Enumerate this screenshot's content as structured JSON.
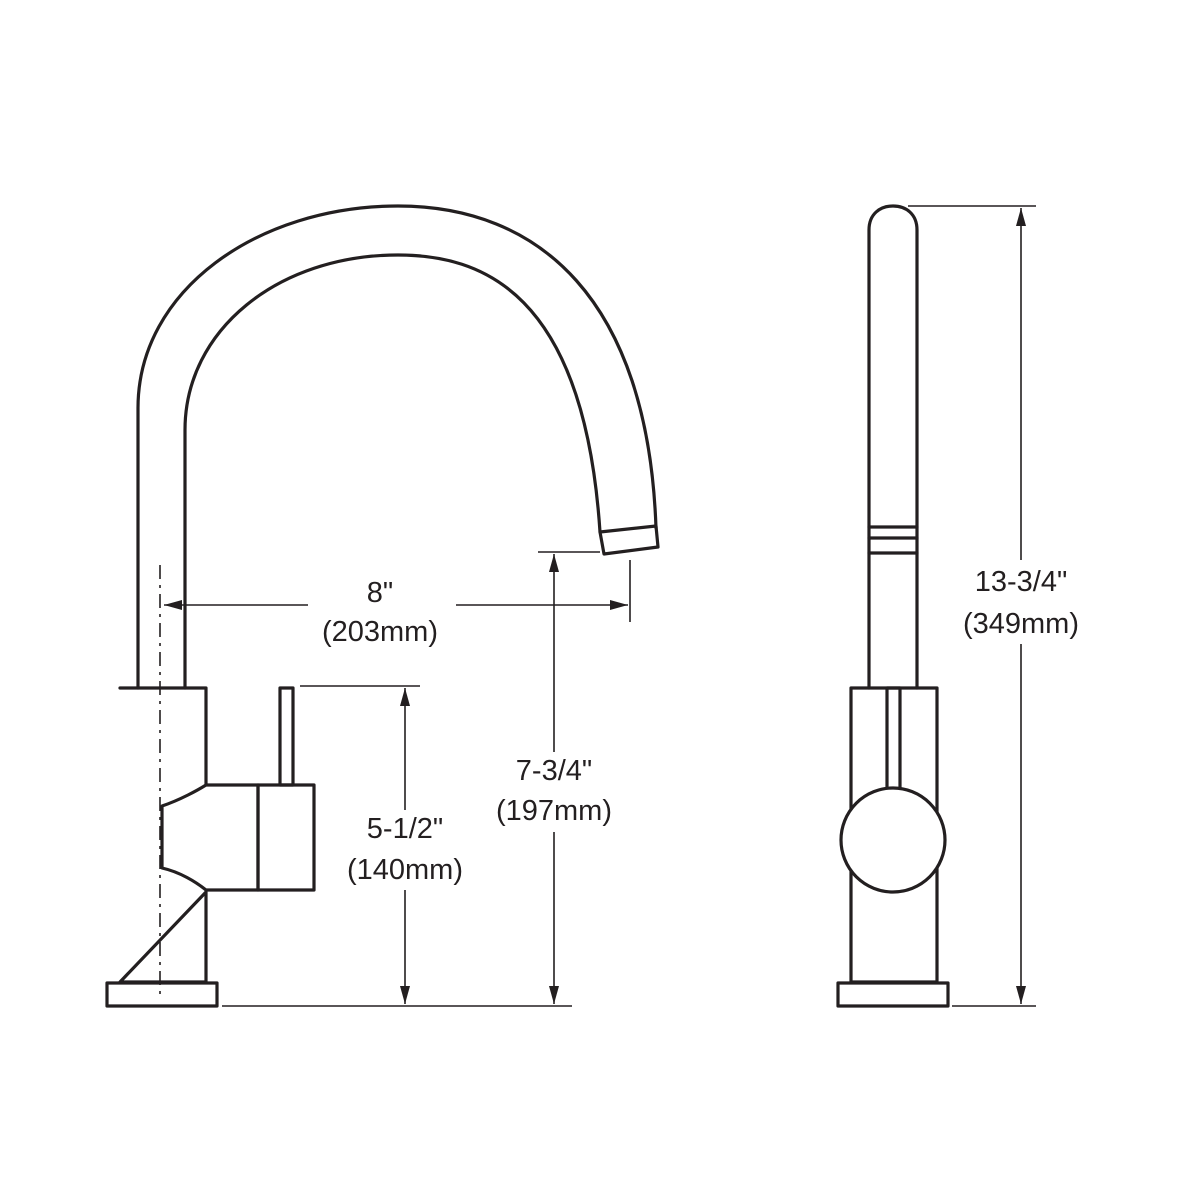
{
  "dimensions": {
    "spout_reach": {
      "imperial": "8\"",
      "metric": "(203mm)"
    },
    "spout_height": {
      "imperial": "7-3/4\"",
      "metric": "(197mm)"
    },
    "body_height": {
      "imperial": "5-1/2\"",
      "metric": "(140mm)"
    },
    "overall_height": {
      "imperial": "13-3/4\"",
      "metric": "(349mm)"
    }
  },
  "colors": {
    "line": "#231f20",
    "background": "#ffffff"
  }
}
